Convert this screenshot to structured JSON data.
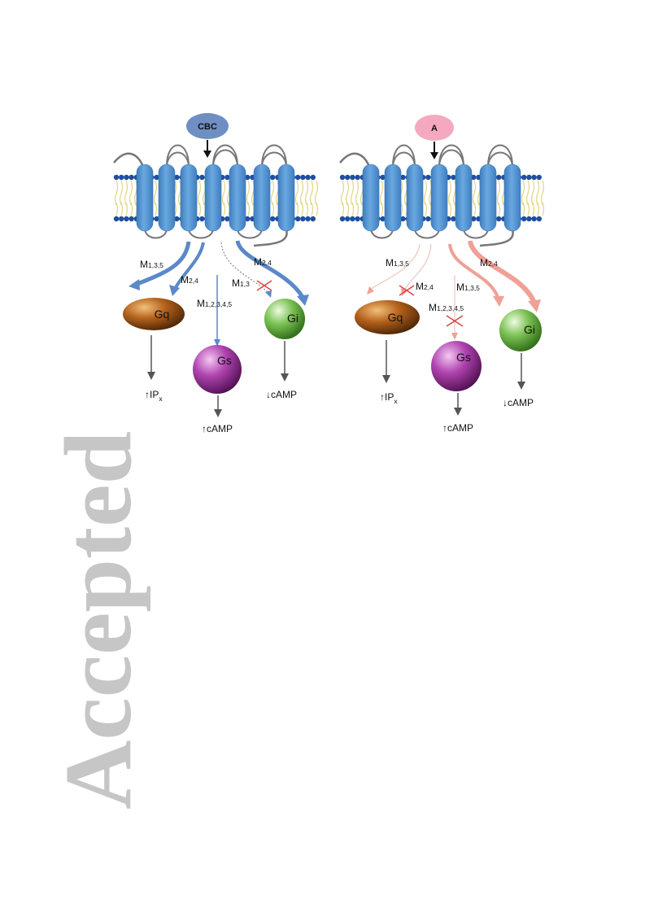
{
  "watermark": {
    "text": "Accepted"
  },
  "left_panel": {
    "ligand": {
      "label": "CBC",
      "color": "#6f8fc2"
    },
    "arrow_color": "#5b88c8",
    "labels": {
      "gq_main": "M",
      "gq_sub": "1,3,5",
      "gq2_main": "M",
      "gq2_sub": "2,4",
      "gs_main": "M",
      "gs_sub": "1,2,3,4,5",
      "gi_blocked_main": "M",
      "gi_blocked_sub": "1,3",
      "gi_main": "M",
      "gi_sub": "2,4"
    },
    "proteins": {
      "gq": "Gq",
      "gs": "Gs",
      "gi": "Gi"
    },
    "outputs": {
      "gq_arrow": "↑",
      "gq_text": "IP",
      "gq_sub": "x",
      "gs_text": "↑cAMP",
      "gi_text": "↓cAMP"
    }
  },
  "right_panel": {
    "ligand": {
      "label": "A",
      "color": "#f5a9c0"
    },
    "arrow_color": "#f0a096",
    "labels": {
      "gq_main": "M",
      "gq_sub": "1,3,5",
      "gq_blocked_main": "M",
      "gq_blocked_sub": "2,4",
      "gs_main": "M",
      "gs_sub": "1,2,3,4,5",
      "gi_mid_main": "M",
      "gi_mid_sub": "1,3,5",
      "gi_main": "M",
      "gi_sub": "2,4"
    },
    "proteins": {
      "gq": "Gq",
      "gs": "Gs",
      "gi": "Gi"
    },
    "outputs": {
      "gq_arrow": "↑",
      "gq_text": "IP",
      "gq_sub": "x",
      "gs_text": "↑cAMP",
      "gi_text": "↓cAMP"
    }
  },
  "colors": {
    "membrane_head": "#1e4fa0",
    "membrane_tail": "#e2d98a",
    "helix": "#5b9bd5",
    "block_mark": "#e04848",
    "output_arrow": "#555555"
  }
}
